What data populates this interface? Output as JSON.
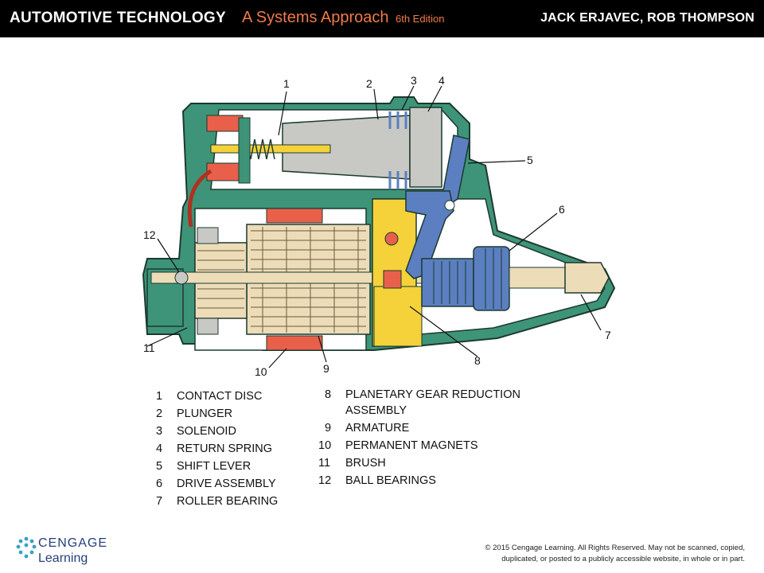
{
  "header": {
    "title": "AUTOMOTIVE TECHNOLOGY",
    "subtitle": "A Systems Approach",
    "edition": "6th Edition",
    "authors": "JACK ERJAVEC, ROB THOMPSON"
  },
  "diagram": {
    "callouts": [
      "1",
      "2",
      "3",
      "4",
      "5",
      "6",
      "7",
      "8",
      "9",
      "10",
      "11",
      "12"
    ]
  },
  "legend": {
    "left": [
      {
        "num": "1",
        "label": "CONTACT DISC"
      },
      {
        "num": "2",
        "label": "PLUNGER"
      },
      {
        "num": "3",
        "label": "SOLENOID"
      },
      {
        "num": "4",
        "label": "RETURN SPRING"
      },
      {
        "num": "5",
        "label": "SHIFT LEVER"
      },
      {
        "num": "6",
        "label": "DRIVE ASSEMBLY"
      },
      {
        "num": "7",
        "label": "ROLLER BEARING"
      }
    ],
    "right": [
      {
        "num": "8",
        "label": "PLANETARY GEAR REDUCTION"
      },
      {
        "num": "",
        "label": "ASSEMBLY"
      },
      {
        "num": "9",
        "label": "ARMATURE"
      },
      {
        "num": "10",
        "label": "PERMANENT MAGNETS"
      },
      {
        "num": "11",
        "label": "BRUSH"
      },
      {
        "num": "12",
        "label": "BALL BEARINGS"
      }
    ]
  },
  "footer": {
    "brand_top": "CENGAGE",
    "brand_bottom": "Learning",
    "copyright_line1": "© 2015 Cengage Learning. All Rights Reserved. May not be scanned, copied,",
    "copyright_line2": "duplicated, or posted to a publicly accessible website, in whole or in part."
  },
  "colors": {
    "housing": "#3e9478",
    "magnet": "#e8604a",
    "plunger": "#c8c9c4",
    "armature": "#eddcb8",
    "gear": "#f5d23a",
    "drive": "#5b7fc0",
    "brand": "#243f7a",
    "accent": "#f07a4a"
  }
}
